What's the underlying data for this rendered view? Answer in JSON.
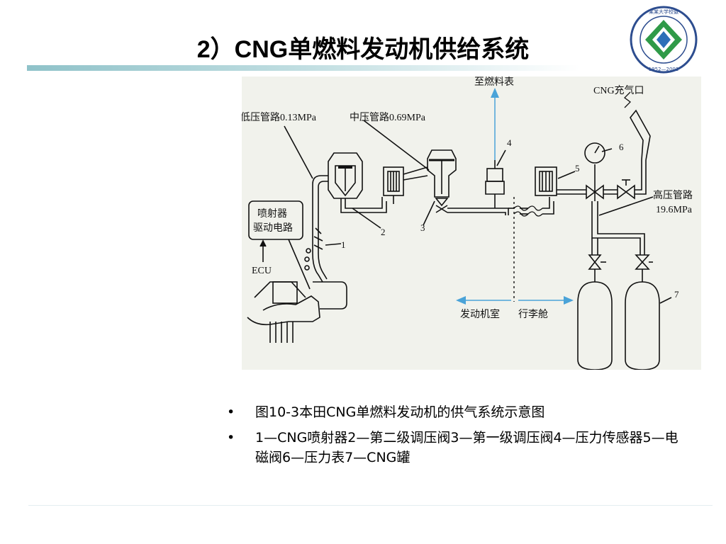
{
  "slide": {
    "title": "2）CNG单燃料发动机供给系统",
    "bullet_symbol": "•",
    "bullets": [
      "图10-3本田CNG单燃料发动机的供气系统示意图",
      "1—CNG喷射器2—第二级调压阀3—第一级调压阀4—压力传感器5—电磁阀6—压力表7—CNG罐"
    ]
  },
  "logo": {
    "top_text": "某某大学校徽",
    "years": "1952—2002"
  },
  "diagram": {
    "labels": {
      "to_fuel_gauge": "至燃料表",
      "cng_inlet": "CNG充气口",
      "low_pressure": "低压管路0.13MPa",
      "mid_pressure": "中压管路0.69MPa",
      "high_pressure_1": "高压管路",
      "high_pressure_2": "19.6MPa",
      "injector_driver_1": "喷射器",
      "injector_driver_2": "驱动电路",
      "ecu": "ECU",
      "engine_room": "发动机室",
      "trunk": "行李舱"
    },
    "numbers": [
      "1",
      "2",
      "3",
      "4",
      "5",
      "6",
      "7"
    ]
  }
}
